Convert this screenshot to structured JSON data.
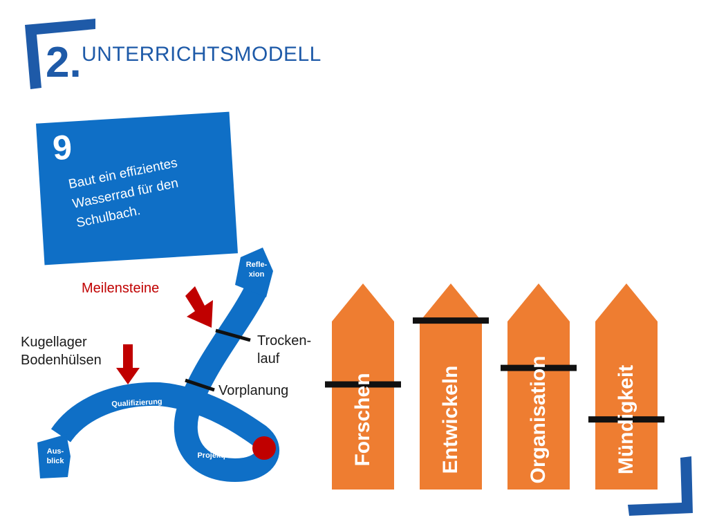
{
  "header": {
    "number": "2.",
    "title": "UNTERRICHTSMODELL"
  },
  "task_card": {
    "number": "9",
    "text_lines": [
      "Baut ein effizientes",
      "Wasserrad für den",
      "Schulbach."
    ]
  },
  "path": {
    "stages": {
      "reflexion": [
        "Refle-",
        "xion"
      ],
      "qualifizierung": "Qualifizierung",
      "ausblick": [
        "Aus-",
        "blick"
      ],
      "projektphase": "Projektphase"
    },
    "annotations": {
      "meilensteine": "Meilensteine",
      "kugellager": [
        "Kugellager",
        "Bodenhülsen"
      ],
      "trockenlauf": [
        "Trocken-",
        "lauf"
      ],
      "vorplanung": "Vorplanung"
    }
  },
  "posts": [
    {
      "label": "Forschen",
      "marker": 0.51
    },
    {
      "label": "Entwickeln",
      "marker": 0.82
    },
    {
      "label": "Organisation",
      "marker": 0.59
    },
    {
      "label": "Mündigkeit",
      "marker": 0.34
    }
  ],
  "colors": {
    "blue": "#0f6fc6",
    "header_blue": "#1e5aa8",
    "orange": "#ee7d31",
    "red": "#c00000",
    "marker": "#111111"
  }
}
